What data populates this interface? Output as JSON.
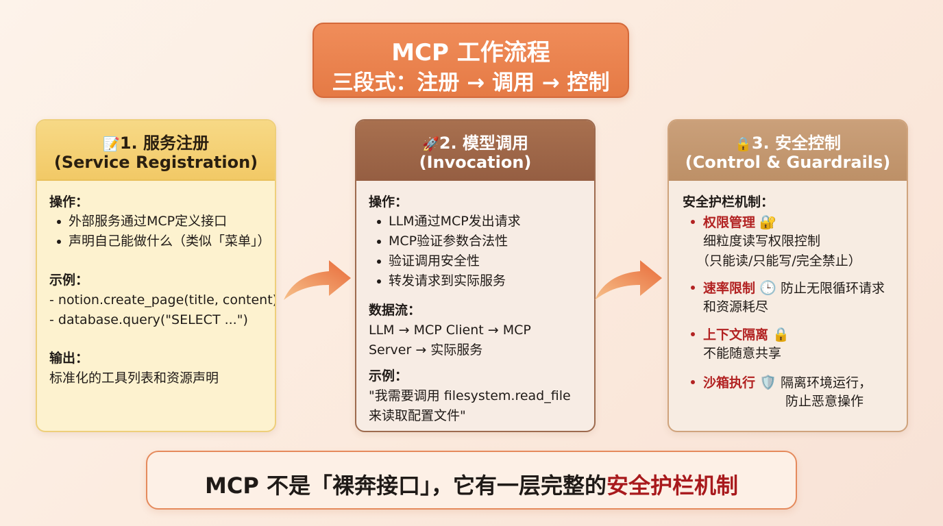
{
  "header": {
    "title": "MCP 工作流程",
    "subtitle": "三段式：注册 → 调用 → 控制"
  },
  "cards": [
    {
      "icon": "📝",
      "title": "1. 服务注册",
      "subtitle": "(Service Registration)",
      "ops_label": "操作：",
      "ops": [
        "外部服务通过MCP定义接口",
        "声明自己能做什么（类似「菜单」）"
      ],
      "example_label": "示例：",
      "examples": [
        "- notion.create_page(title, content)",
        "- database.query(\"SELECT ...\")"
      ],
      "output_label": "输出：",
      "output": "标准化的工具列表和资源声明"
    },
    {
      "icon": "🚀",
      "title": "2. 模型调用",
      "subtitle": "(Invocation)",
      "ops_label": "操作：",
      "ops": [
        "LLM通过MCP发出请求",
        "MCP验证参数合法性",
        "验证调用安全性",
        "转发请求到实际服务"
      ],
      "flow_label": "数据流：",
      "flow": [
        "LLM → MCP Client → MCP",
        "Server → 实际服务"
      ],
      "example_label": "示例：",
      "example": [
        "\"我需要调用 filesystem.read_file",
        "来读取配置文件\""
      ]
    },
    {
      "icon": "🔒",
      "title": "3. 安全控制",
      "subtitle": "(Control & Guardrails)",
      "guard_label": "安全护栏机制：",
      "items": [
        {
          "name": "权限管理",
          "icon": "🔐",
          "desc": [
            "细粒度读写权限控制",
            "（只能读/只能写/完全禁止）"
          ]
        },
        {
          "name": "速率限制",
          "icon": "🕒",
          "desc": [
            "防止无限循环请求",
            "和资源耗尽"
          ]
        },
        {
          "name": "上下文隔离",
          "icon": "🔒",
          "desc": [
            "不能随意共享"
          ]
        },
        {
          "name": "沙箱执行",
          "icon": "🛡️",
          "desc": [
            "隔离环境运行，",
            "防止恶意操作"
          ]
        }
      ]
    }
  ],
  "footer": {
    "text_prefix": "MCP 不是「裸奔接口」，它有一层完整的",
    "text_highlight": "安全护栏机制"
  },
  "colors": {
    "accent": "#e57a45",
    "highlight_red": "#a8191c"
  }
}
